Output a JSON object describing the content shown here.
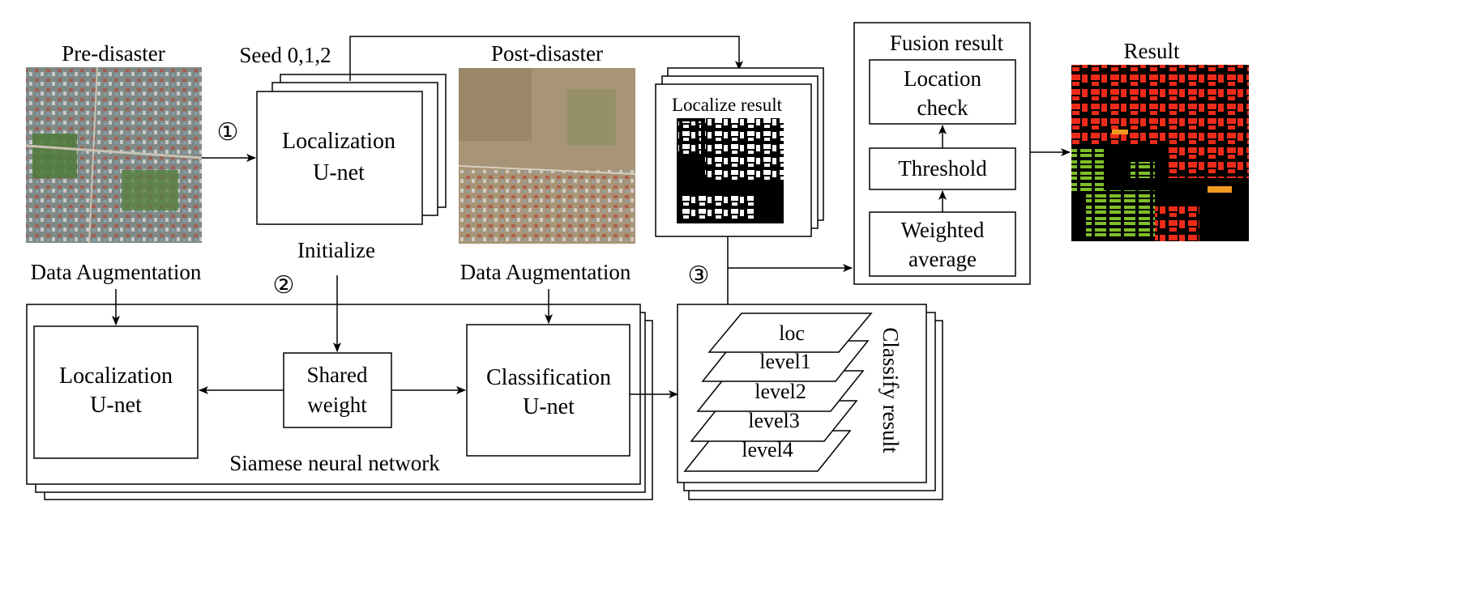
{
  "labels": {
    "pre_disaster": "Pre-disaster",
    "seed": "Seed 0,1,2",
    "post_disaster": "Post-disaster",
    "localize_result": "Localize result",
    "fusion_result": "Fusion result",
    "result": "Result",
    "loc_unet_top_l1": "Localization",
    "loc_unet_top_l2": "U-net",
    "initialize": "Initialize",
    "data_aug_left": "Data Augmentation",
    "data_aug_right": "Data Augmentation",
    "step1": "①",
    "step2": "②",
    "step3": "③",
    "loc_unet_l1": "Localization",
    "loc_unet_l2": "U-net",
    "shared_l1": "Shared",
    "shared_l2": "weight",
    "cls_unet_l1": "Classification",
    "cls_unet_l2": "U-net",
    "siamese": "Siamese neural network",
    "classify_result": "Classify result",
    "layer_loc": "loc",
    "layer_level1": "level1",
    "layer_level2": "level2",
    "layer_level3": "level3",
    "layer_level4": "level4",
    "location_check_l1": "Location",
    "location_check_l2": "check",
    "threshold": "Threshold",
    "weighted_l1": "Weighted",
    "weighted_l2": "average"
  },
  "colors": {
    "damage_red": "#ee2b1a",
    "damage_green": "#7fbf2a",
    "damage_orange": "#f29a1f",
    "satellite_pre": "#7f8a86",
    "satellite_post": "#a89476"
  }
}
